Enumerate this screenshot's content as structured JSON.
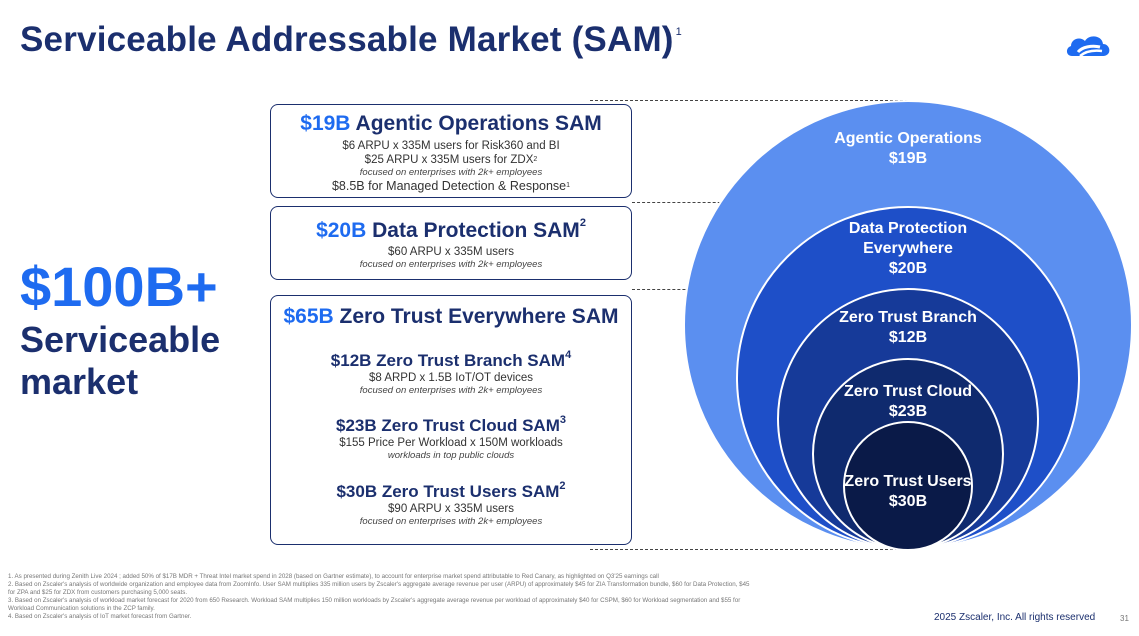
{
  "page": {
    "title": "Serviceable Addressable Market (SAM)",
    "title_footnote": "1"
  },
  "summary": {
    "amount": "$100B+",
    "label": "Serviceable market"
  },
  "boxes": {
    "agentic": {
      "amount": "$19B",
      "heading": "Agentic Operations SAM",
      "line1": "$6 ARPU x 335M users for Risk360 and BI",
      "line2": "$25 ARPU x 335M users for ZDX",
      "line2_sup": "2",
      "italic": "focused on enterprises with 2k+ employees",
      "line3": "$8.5B for Managed Detection & Response",
      "line3_sup": "1"
    },
    "data_protection": {
      "amount": "$20B",
      "heading": "Data Protection SAM",
      "heading_sup": "2",
      "line1": "$60 ARPU x 335M users",
      "italic": "focused on enterprises with 2k+ employees"
    },
    "zero_trust": {
      "amount": "$65B",
      "heading": "Zero Trust Everywhere SAM",
      "items": [
        {
          "heading": "$12B Zero Trust Branch SAM",
          "sup": "4",
          "line": "$8 ARPD x 1.5B IoT/OT devices",
          "italic": "focused on enterprises with 2k+ employees"
        },
        {
          "heading": "$23B Zero Trust Cloud SAM",
          "sup": "3",
          "line": "$155 Price Per Workload x 150M workloads",
          "italic": "workloads in top public clouds"
        },
        {
          "heading": "$30B Zero Trust Users SAM",
          "sup": "2",
          "line": "$90 ARPU x 335M users",
          "italic": "focused on enterprises with 2k+ employees"
        }
      ]
    }
  },
  "circles": [
    {
      "name": "Agentic Operations",
      "value": "$19B",
      "color": "#5b8ff0"
    },
    {
      "name_line1": "Data Protection",
      "name_line2": "Everywhere",
      "value": "$20B",
      "color": "#1e4fc8"
    },
    {
      "name": "Zero Trust Branch",
      "value": "$12B",
      "color": "#163a99"
    },
    {
      "name": "Zero Trust Cloud",
      "value": "$23B",
      "color": "#0f2a6e"
    },
    {
      "name": "Zero Trust Users",
      "value": "$30B",
      "color": "#0a1a48"
    }
  ],
  "footnotes": [
    "1.  As presented during Zenith Live 2024 ; added 50% of $17B MDR + Threat Intel market spend in 2028 (based on Gartner estimate), to account for enterprise market spend attributable to Red Canary, as highlighted on Q3'25 earnings call",
    "2.  Based on Zscaler's analysis of worldwide organization and employee data from ZoomInfo. User SAM multiplies 335 million users by Zscaler's aggregate average revenue per user (ARPU) of approximately $45 for ZIA Transformation bundle, $60 for Data Protection, $45",
    "     for ZPA and $25 for ZDX from customers purchasing 5,000 seats.",
    "3.  Based on Zscaler's analysis of workload market forecast for 2020 from 650 Research. Workload SAM multiplies 150 million workloads by Zscaler's aggregate average revenue per workload of approximately $40 for CSPM, $60 for Workload segmentation and $55 for",
    "     Workload Communication solutions in the ZCP family.",
    "4.  Based on Zscaler's analysis of IoT market forecast from Gartner."
  ],
  "copyright": "2025 Zscaler, Inc. All rights reserved",
  "page_number": "31",
  "colors": {
    "navy": "#1b2f6e",
    "accent_blue": "#1e6bf0"
  },
  "logo_icon": "zscaler-cloud-logo"
}
